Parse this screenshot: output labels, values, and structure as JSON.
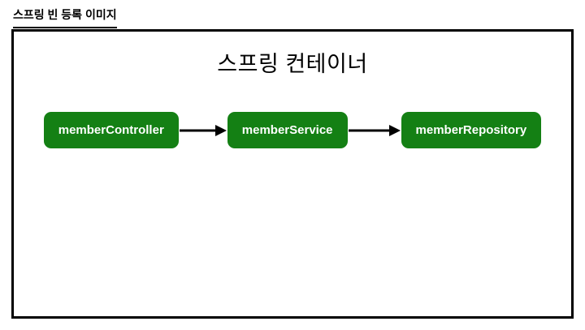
{
  "header": {
    "title": "스프링 빈 등록 이미지"
  },
  "container": {
    "title": "스프링 컨테이너",
    "nodes": [
      {
        "id": "memberController",
        "label": "memberController"
      },
      {
        "id": "memberService",
        "label": "memberService"
      },
      {
        "id": "memberRepository",
        "label": "memberRepository"
      }
    ],
    "edges": [
      {
        "from": "memberController",
        "to": "memberService"
      },
      {
        "from": "memberService",
        "to": "memberRepository"
      }
    ]
  },
  "colors": {
    "node_fill": "#148014",
    "node_text": "#ffffff",
    "border": "#000000",
    "arrow": "#000000"
  }
}
